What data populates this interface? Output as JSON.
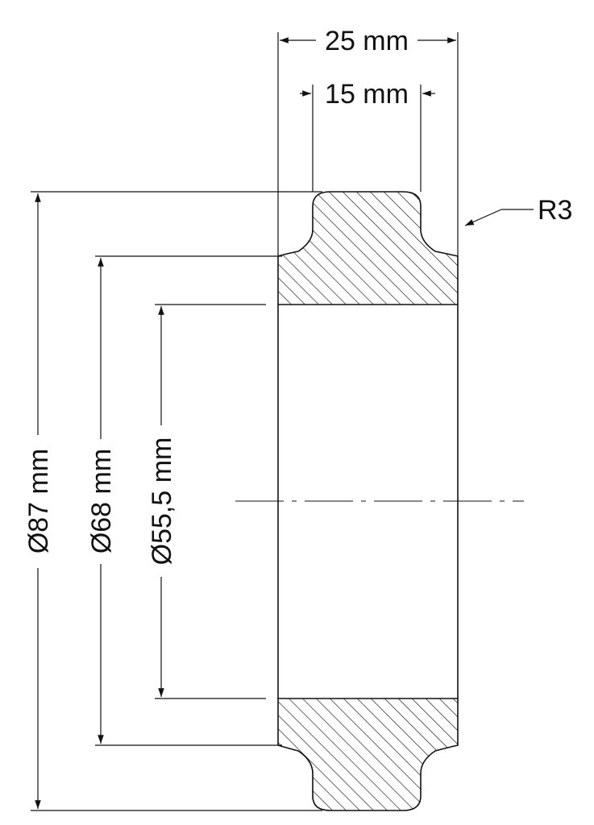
{
  "dimensions": {
    "overall_width": "25 mm",
    "flange_width": "15 mm",
    "outer_diameter": "Ø87 mm",
    "body_diameter": "Ø68 mm",
    "bore_diameter": "Ø55,5 mm",
    "radius": "R3"
  },
  "colors": {
    "line": "#111111",
    "background": "#ffffff"
  }
}
